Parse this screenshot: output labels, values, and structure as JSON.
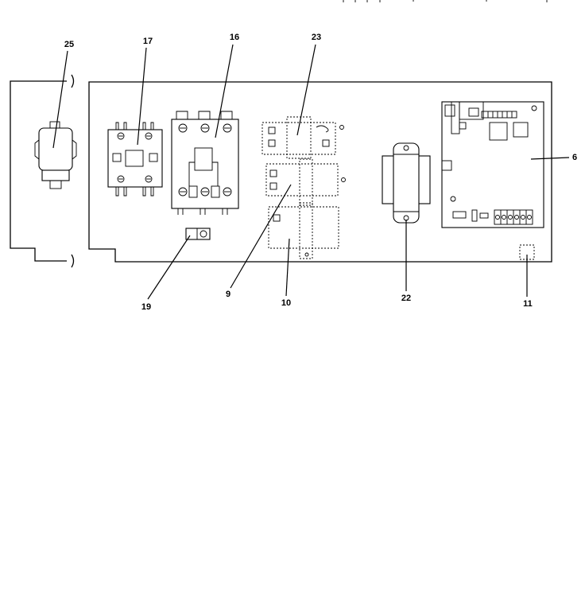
{
  "callouts": {
    "c25": "25",
    "c17": "17",
    "c16": "16",
    "c23": "23",
    "c6": "6",
    "c19": "19",
    "c9": "9",
    "c10": "10",
    "c22": "22",
    "c11": "11"
  }
}
